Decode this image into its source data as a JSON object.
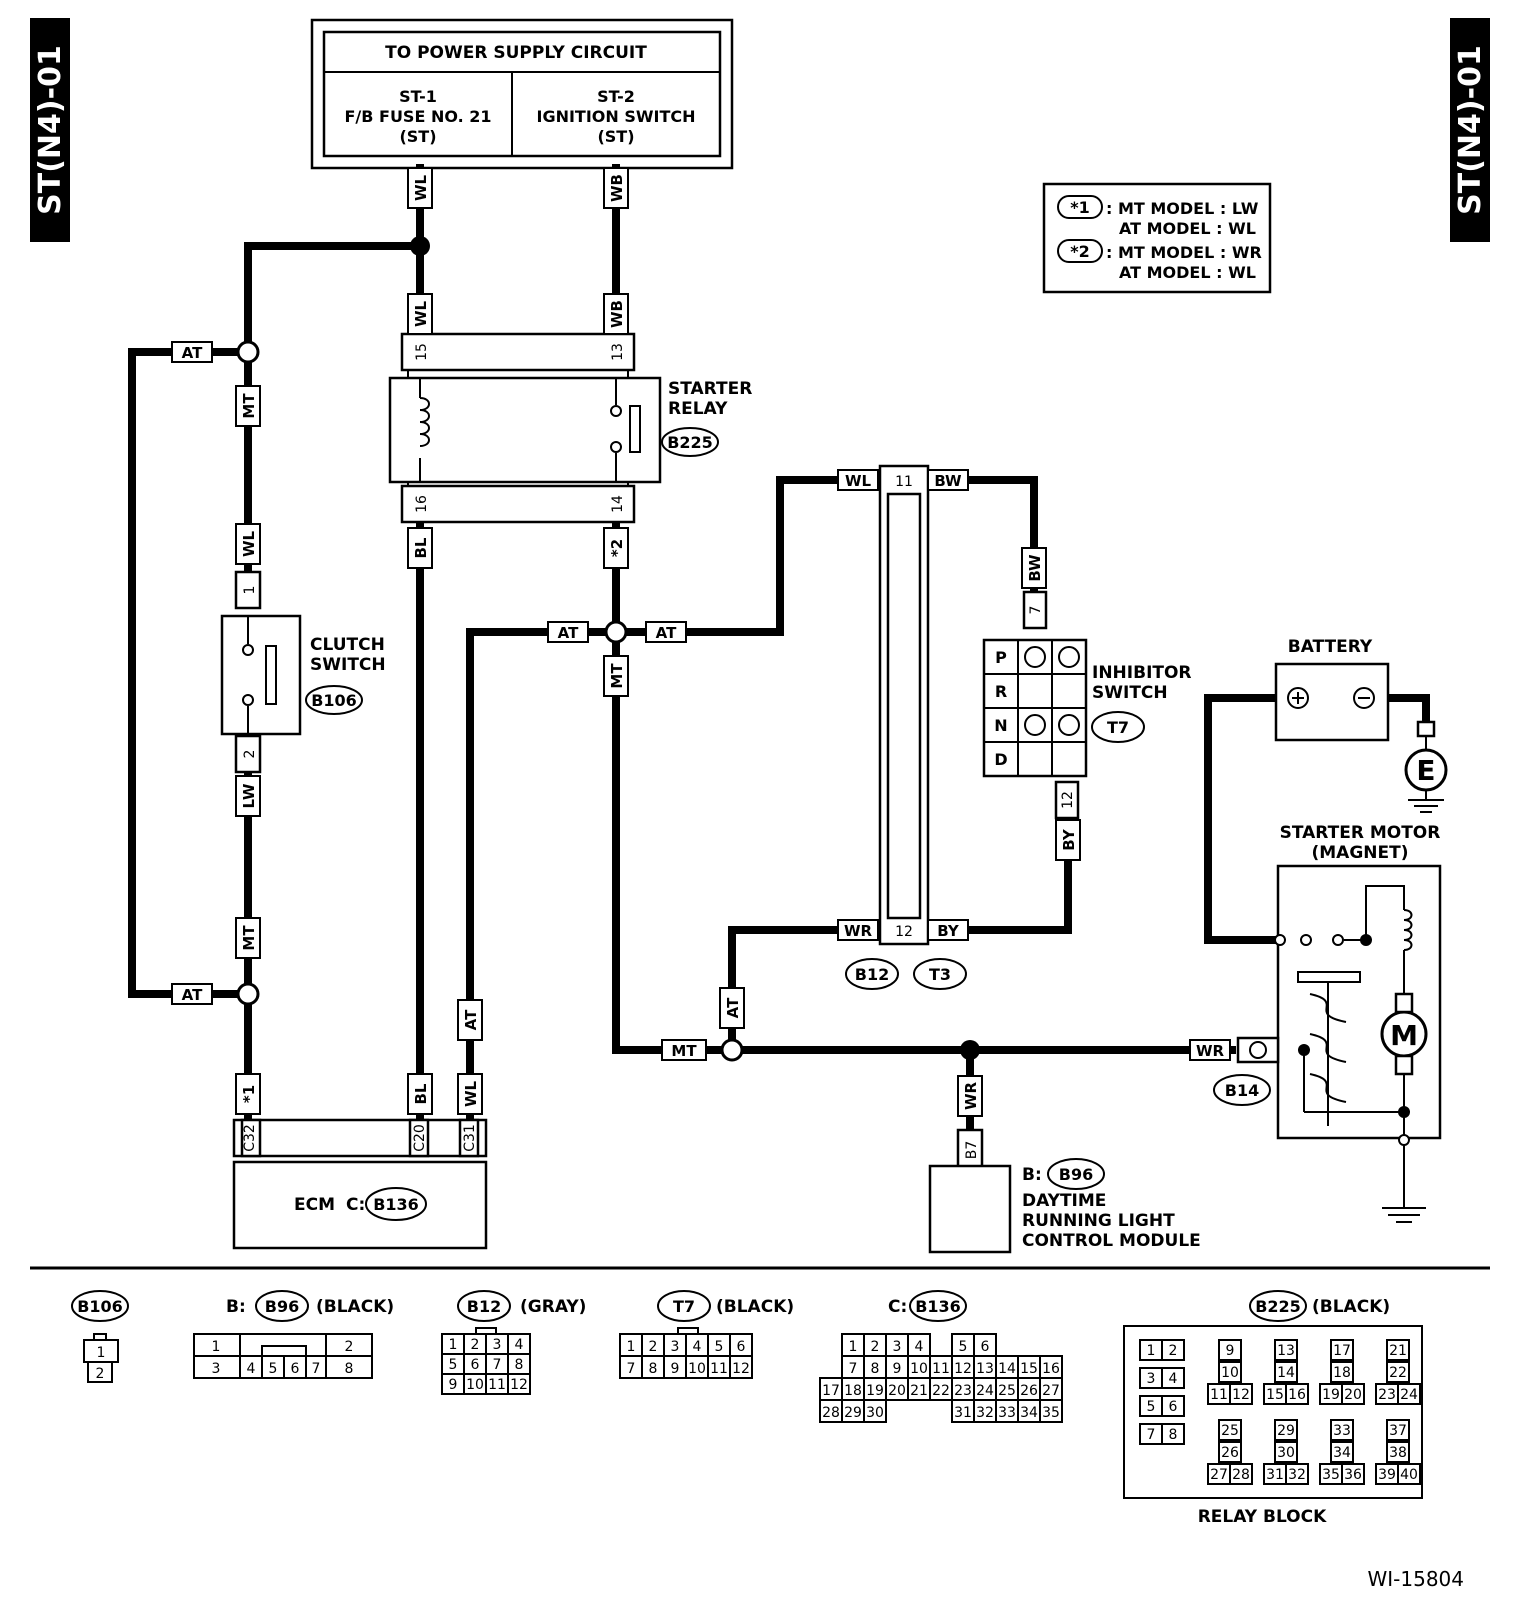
{
  "page_code": "ST(N4)-01",
  "figure_id": "WI-15804",
  "power_supply": {
    "title": "TO POWER SUPPLY CIRCUIT",
    "left": [
      "ST-1",
      "F/B FUSE NO. 21",
      "(ST)"
    ],
    "right": [
      "ST-2",
      "IGNITION SWITCH",
      "(ST)"
    ]
  },
  "legend": {
    "star1_mark": "*1",
    "star1_mt": ": MT MODEL : LW",
    "star1_at": "AT MODEL : WL",
    "star2_mark": "*2",
    "star2_mt": ": MT MODEL : WR",
    "star2_at": "AT MODEL : WL"
  },
  "components": {
    "starter_relay": {
      "label": [
        "STARTER",
        "RELAY"
      ],
      "connector": "B225"
    },
    "clutch_switch": {
      "label": [
        "CLUTCH",
        "SWITCH"
      ],
      "connector": "B106"
    },
    "inhibitor_switch": {
      "label": [
        "INHIBITOR",
        "SWITCH"
      ],
      "connector": "T7",
      "positions": [
        "P",
        "R",
        "N",
        "D"
      ]
    },
    "battery": {
      "label": "BATTERY"
    },
    "ground_symbol": "E",
    "starter_motor": {
      "label": [
        "STARTER MOTOR",
        "(MAGNET)"
      ],
      "motor_symbol": "M",
      "connector": "B14"
    },
    "ecm": {
      "label": "ECM",
      "connector_prefix": "C:",
      "connector": "B136"
    },
    "drl": {
      "connector_prefix": "B:",
      "connector": "B96",
      "label": [
        "DAYTIME",
        "RUNNING LIGHT",
        "CONTROL MODULE"
      ]
    },
    "joint_connectors": [
      "B12",
      "T3"
    ]
  },
  "wire_labels": {
    "wl": "WL",
    "wb": "WB",
    "at": "AT",
    "mt": "MT",
    "lw": "LW",
    "bl": "BL",
    "bw": "BW",
    "by": "BY",
    "wr": "WR",
    "star1": "*1",
    "star2": "*2"
  },
  "pin_labels": {
    "p15": "15",
    "p13": "13",
    "p16": "16",
    "p14": "14",
    "p1": "1",
    "p2": "2",
    "p11": "11",
    "p12": "12",
    "p7": "7",
    "c32": "C32",
    "c20": "C20",
    "c31": "C31",
    "b7": "B7"
  },
  "connector_views": {
    "b106": {
      "code": "B106",
      "pins": [
        "1",
        "2"
      ]
    },
    "b96": {
      "prefix": "B:",
      "code": "B96",
      "color": "(BLACK)",
      "pins": [
        "1",
        "2",
        "3",
        "4",
        "5",
        "6",
        "7",
        "8"
      ]
    },
    "b12": {
      "code": "B12",
      "color": "(GRAY)",
      "pins": [
        "1",
        "2",
        "3",
        "4",
        "5",
        "6",
        "7",
        "8",
        "9",
        "10",
        "11",
        "12"
      ]
    },
    "t7": {
      "code": "T7",
      "color": "(BLACK)",
      "pins": [
        "1",
        "2",
        "3",
        "4",
        "5",
        "6",
        "7",
        "8",
        "9",
        "10",
        "11",
        "12"
      ]
    },
    "b136": {
      "prefix": "C:",
      "code": "B136",
      "pins_row1": [
        "1",
        "2",
        "3",
        "4",
        "5",
        "6"
      ],
      "pins_row2": [
        "7",
        "8",
        "9",
        "10",
        "11",
        "12",
        "13",
        "14",
        "15",
        "16"
      ],
      "pins_row3": [
        "17",
        "18",
        "19",
        "20",
        "21",
        "22",
        "23",
        "24",
        "25",
        "26",
        "27"
      ],
      "pins_row4": [
        "28",
        "29",
        "30",
        "31",
        "32",
        "33",
        "34",
        "35"
      ]
    },
    "b225": {
      "code": "B225",
      "color": "(BLACK)",
      "caption": "RELAY BLOCK",
      "pins": [
        "1",
        "2",
        "3",
        "4",
        "5",
        "6",
        "7",
        "8",
        "9",
        "10",
        "11",
        "12",
        "13",
        "14",
        "15",
        "16",
        "17",
        "18",
        "19",
        "20",
        "21",
        "22",
        "23",
        "24",
        "25",
        "26",
        "27",
        "28",
        "29",
        "30",
        "31",
        "32",
        "33",
        "34",
        "35",
        "36",
        "37",
        "38",
        "39",
        "40"
      ]
    }
  }
}
